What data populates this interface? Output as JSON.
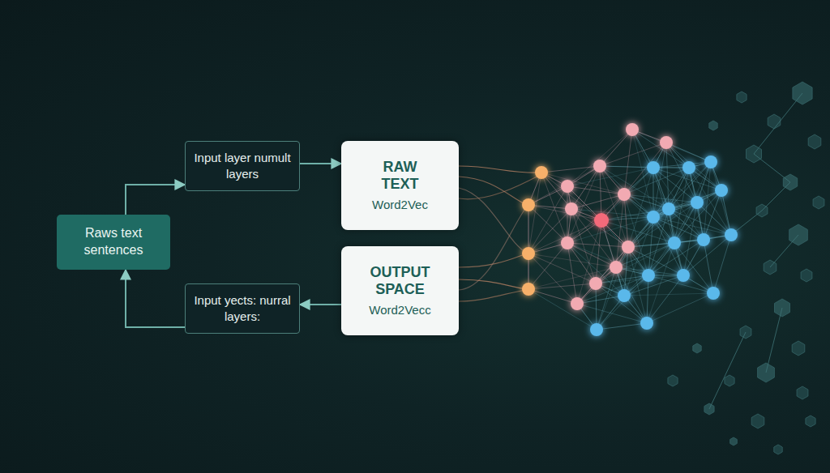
{
  "diagram": {
    "nodes": [
      {
        "text": [
          "Raws text sentences"
        ]
      },
      {
        "text": [
          "Input layer numult layers"
        ]
      },
      {
        "text": [
          "Input yects: nurral layers:"
        ]
      },
      {
        "text": [
          "RAW TEXT",
          "Word2Vec"
        ]
      },
      {
        "text": [
          "OUTPUT SPACE",
          "Word2Vecc"
        ]
      }
    ],
    "edges": [
      {
        "from": 0,
        "to": 1,
        "arrow": "to"
      },
      {
        "from": 2,
        "to": 0,
        "arrow": "to"
      },
      {
        "from": 1,
        "to": 3,
        "arrow": "to"
      },
      {
        "from": 4,
        "to": 2,
        "arrow": "to"
      }
    ]
  }
}
